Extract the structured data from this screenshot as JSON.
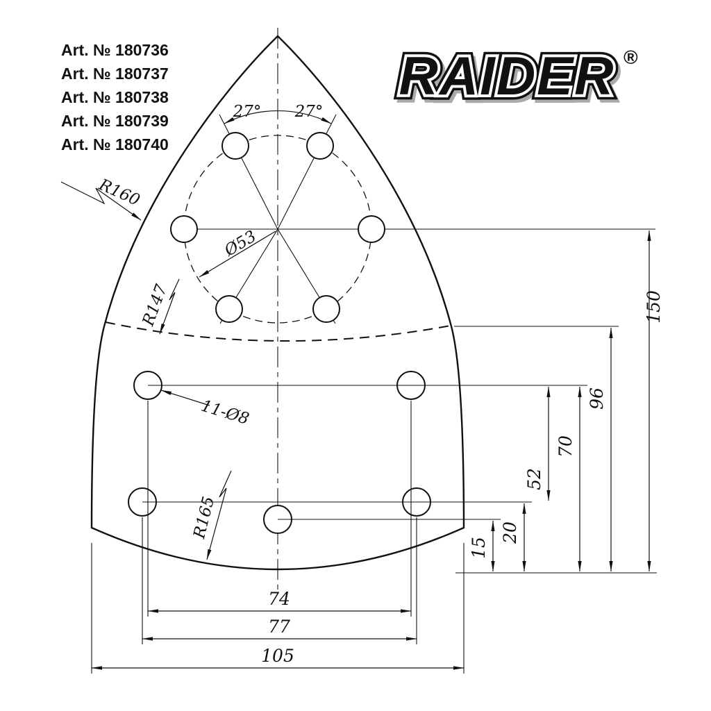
{
  "art_numbers": [
    "Art. № 180736",
    "Art. № 180737",
    "Art. № 180738",
    "Art. № 180739",
    "Art. № 180740"
  ],
  "logo": {
    "text": "RAIDER",
    "registered": "®"
  },
  "dims": {
    "d150": "150",
    "d96": "96",
    "d70": "70",
    "d52": "52",
    "d20": "20",
    "d15": "15",
    "d74": "74",
    "d77": "77",
    "d105": "105",
    "angle_left": "27°",
    "angle_right": "27°",
    "bolt_circle_dia": "Ø53",
    "holes_callout": "11-Ø8",
    "r160": "R160",
    "r147": "R147",
    "r165": "R165"
  },
  "colors": {
    "line": "#111111",
    "background": "#ffffff"
  }
}
